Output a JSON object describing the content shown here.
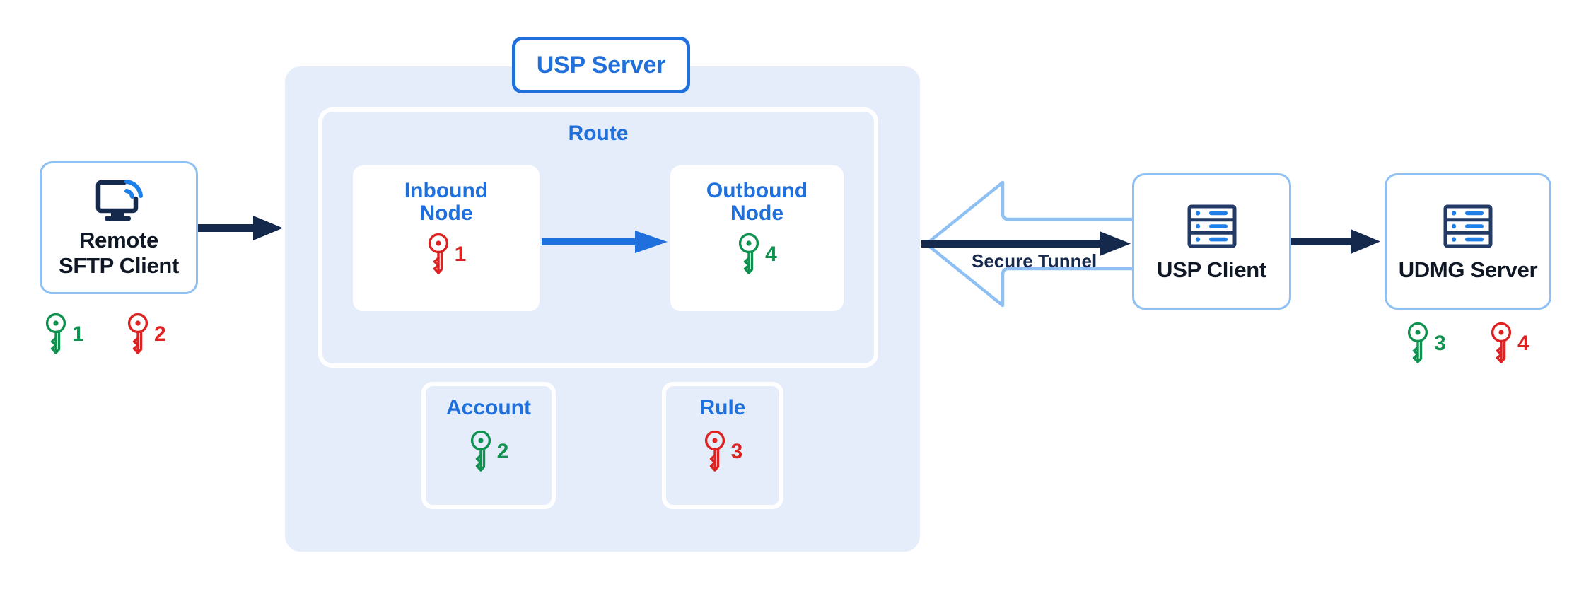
{
  "colors": {
    "accent_blue": "#1f6fdd",
    "panel_fill": "#e6edfa",
    "box_border": "#8ec0f4",
    "dark_navy": "#15294d",
    "key_green": "#0f9150",
    "key_red": "#dd2222"
  },
  "left_endpoint": {
    "label_line1": "Remote",
    "label_line2": "SFTP Client",
    "icon": "screen-cast-icon",
    "keys": [
      {
        "color": "green",
        "number": "1"
      },
      {
        "color": "red",
        "number": "2"
      }
    ]
  },
  "usp_server": {
    "title": "USP Server",
    "route": {
      "title": "Route",
      "nodes": [
        {
          "title_line1": "Inbound",
          "title_line2": "Node",
          "key": {
            "color": "red",
            "number": "1"
          }
        },
        {
          "title_line1": "Outbound",
          "title_line2": "Node",
          "key": {
            "color": "green",
            "number": "4"
          }
        }
      ]
    },
    "sub_cards": [
      {
        "title": "Account",
        "key": {
          "color": "green",
          "number": "2"
        }
      },
      {
        "title": "Rule",
        "key": {
          "color": "red",
          "number": "3"
        }
      }
    ]
  },
  "tunnel": {
    "label": "Secure Tunnel"
  },
  "usp_client": {
    "label": "USP Client",
    "icon": "server-rack-icon"
  },
  "udmg_server": {
    "label": "UDMG Server",
    "icon": "server-rack-icon",
    "keys": [
      {
        "color": "green",
        "number": "3"
      },
      {
        "color": "red",
        "number": "4"
      }
    ]
  }
}
